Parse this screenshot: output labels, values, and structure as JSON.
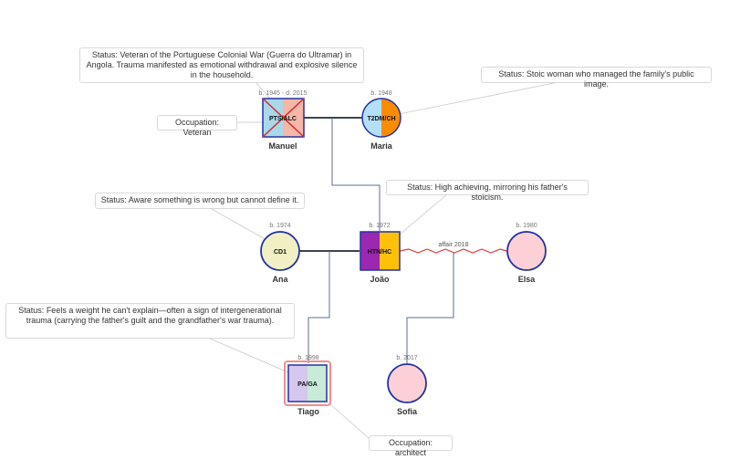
{
  "colors": {
    "line": "#5b6f8f",
    "partner_line": "#3d4350",
    "affair_line": "#e53935",
    "note_connector": "#c9c9c9",
    "border_blue": "#2332a0",
    "cross_red": "#d32f2f",
    "tiago_halo": "#ef8f8f"
  },
  "people": {
    "manuel": {
      "name": "Manuel",
      "birth": "b. 1945 - d. 2015",
      "code": "PTS/ALC",
      "fill_left": "#a9d8ea",
      "fill_right": "#f6b6a8"
    },
    "maria": {
      "name": "Maria",
      "birth": "b. 1948",
      "code": "T2DM/CH",
      "fill_left": "#b3e0f8",
      "fill_right": "#fb8c00"
    },
    "ana": {
      "name": "Ana",
      "birth": "b. 1974",
      "code": "CD1",
      "fill": "#f0f0c4"
    },
    "joao": {
      "name": "João",
      "birth": "b. 1972",
      "code": "HTN/HC",
      "fill_left": "#9c27b0",
      "fill_right": "#ffc107"
    },
    "elsa": {
      "name": "Elsa",
      "birth": "b. 1980",
      "code": "",
      "fill": "#fcd0d6"
    },
    "tiago": {
      "name": "Tiago",
      "birth": "b. 1998",
      "code": "PA/GA",
      "fill_left": "#d6c7ef",
      "fill_right": "#c8ead7"
    },
    "sofia": {
      "name": "Sofia",
      "birth": "b. 2017",
      "code": "",
      "fill": "#fcd0d6"
    }
  },
  "relationships": {
    "affair_label": "affair 2018"
  },
  "notes": {
    "manuel_status": "Status: Veteran of the Portuguese Colonial War (Guerra do Ultramar) in Angola. Trauma manifested as emotional withdrawal and explosive silence in the household.",
    "manuel_occupation": "Occupation: Veteran",
    "maria_status": "Status: Stoic woman who managed the family's public image.",
    "joao_status": "Status: High achieving, mirroring his father's stoicism.",
    "ana_status": "Status: Aware something is wrong but cannot define it.",
    "tiago_status": "Status: Feels a weight he can't explain—often a sign of intergenerational trauma (carrying the father's guilt and the grandfather's war trauma).",
    "tiago_occupation": "Occupation: architect"
  }
}
